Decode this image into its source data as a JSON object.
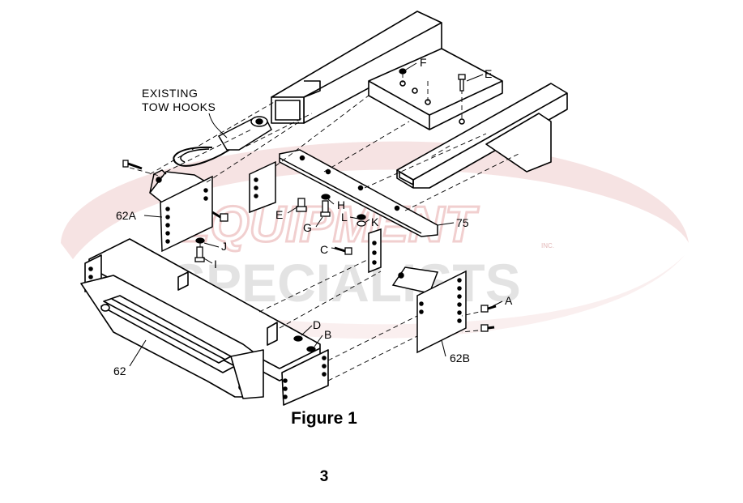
{
  "watermark": {
    "line1": "EQUIPMENT",
    "line2": "SPECIALISTS",
    "suffix": "INC.",
    "swoosh_color": "#e8b4b4",
    "text_gray": "#d6d6d6"
  },
  "note": {
    "line1": "EXISTING",
    "line2": "TOW HOOKS"
  },
  "callouts": {
    "F": "F",
    "E_top": "E",
    "E_mid": "E",
    "H": "H",
    "G": "G",
    "L": "L",
    "K": "K",
    "p75": "75",
    "C": "C",
    "p62A": "62A",
    "J": "J",
    "I": "I",
    "A": "A",
    "D": "D",
    "B": "B",
    "p62B": "62B",
    "p62": "62"
  },
  "figure_caption": "Figure 1",
  "page_number": "3"
}
